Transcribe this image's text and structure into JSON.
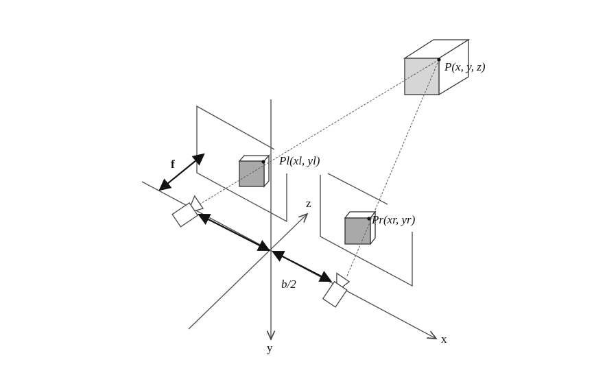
{
  "labels": {
    "point_3d": "P(x, y, z)",
    "point_left": "Pl(xl, yl)",
    "point_right": "Pr(xr, yr)",
    "focal_length": "f",
    "half_baseline": "b/2",
    "axis_x": "x",
    "axis_y": "y",
    "axis_z": "z"
  },
  "colors": {
    "cube_face": "#a9a9a9",
    "big_cube_face": "#d6d6d6",
    "line": "#555555"
  }
}
